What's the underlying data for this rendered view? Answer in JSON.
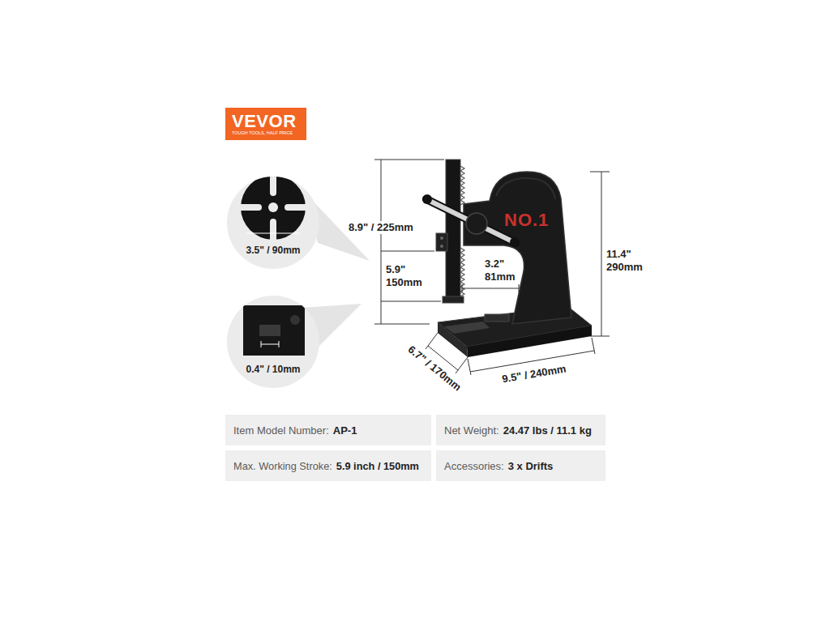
{
  "diagram": {
    "nodes": [
      {
        "text": [
          "VEVOR",
          "TOUGH TOOLS, HALF PRICE"
        ]
      },
      {
        "text": [
          "3.5\" / 90mm"
        ]
      },
      {
        "text": [
          "0.4\" / 10mm"
        ]
      },
      {
        "text": [
          "Item Model Number:",
          "AP-1"
        ]
      },
      {
        "text": [
          "Net Weight:",
          "24.47 lbs / 11.1 kg"
        ]
      },
      {
        "text": [
          "Max. Working Stroke:",
          "5.9 inch / 150mm"
        ]
      },
      {
        "text": [
          "Accessories:",
          "3 x Drifts"
        ]
      }
    ],
    "labels": [
      "NO.1",
      "8.9\" / 225mm",
      "5.9\" 150mm",
      "3.2\" 81mm",
      "11.4\" 290mm",
      "6.7\" / 170mm",
      "9.5\" / 240mm"
    ]
  }
}
